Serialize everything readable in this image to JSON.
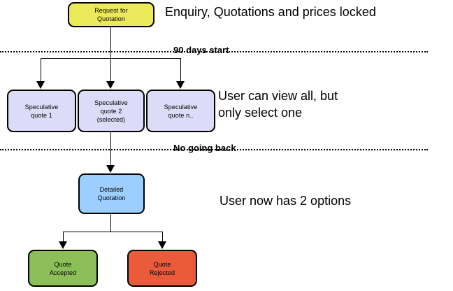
{
  "diagram": {
    "title": "Quotation workflow flowchart",
    "background": "#ffffff",
    "nodes": {
      "rfq": {
        "label": "Request for\nQuotation",
        "color": "#ece95a"
      },
      "spec1": {
        "label": "Speculative\nquote 1",
        "color": "#dcdcf8"
      },
      "spec2": {
        "label": "Speculative\nquote 2\n(selected)",
        "color": "#dcdcf8"
      },
      "specn": {
        "label": "Speculative\nquote n..",
        "color": "#dcdcf8"
      },
      "detailed": {
        "label": "Detailed\nQuotation",
        "color": "#9cceff"
      },
      "accepted": {
        "label": "Quote\nAccepted",
        "color": "#8dbf58"
      },
      "rejected": {
        "label": "Quote\nRejected",
        "color": "#ea5b3c"
      }
    },
    "dividers": [
      {
        "id": "90-days-start",
        "label": "90 days start"
      },
      {
        "id": "no-going-back",
        "label": "No going back"
      }
    ],
    "annotations": [
      {
        "id": "prices-locked",
        "text": "Enquiry, Quotations and prices locked"
      },
      {
        "id": "view-all",
        "text": "User can view all, but\nonly select one"
      },
      {
        "id": "two-options",
        "text": "User now has 2 options"
      }
    ],
    "stroke_color": "#000000"
  }
}
